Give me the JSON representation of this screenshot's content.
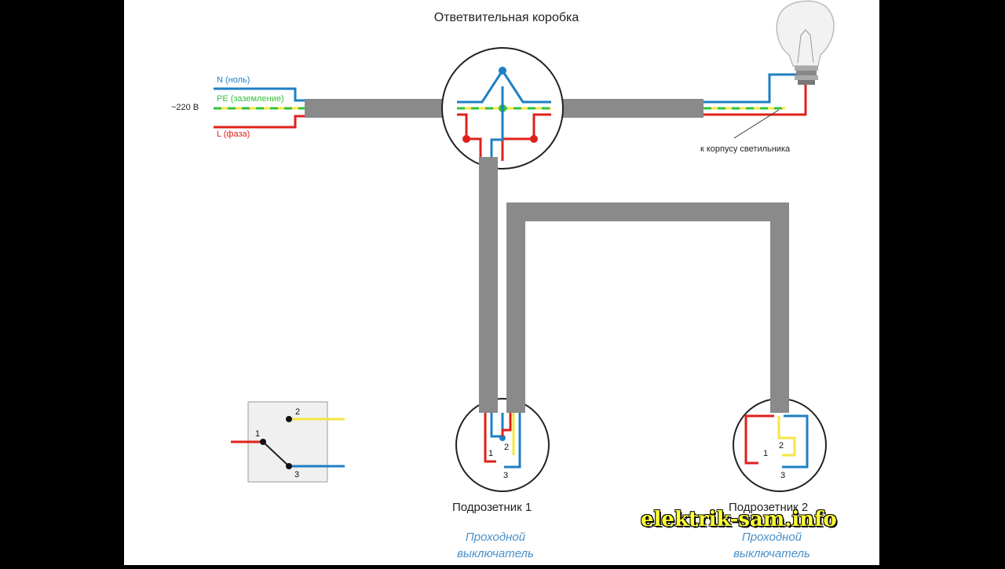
{
  "junction_box": {
    "label": "Ответвительная коробка"
  },
  "supply": {
    "voltage": "~220 В",
    "neutral": "N (ноль)",
    "earth": "PE (заземление)",
    "phase": "L (фаза)"
  },
  "lamp": {
    "body_note": "к корпусу светильника"
  },
  "boxes": [
    {
      "name": "Подрозетник 1",
      "switch_label": "Проходной выключатель"
    },
    {
      "name": "Подрозетник 2",
      "switch_label": "Проходной выключатель"
    }
  ],
  "terminals": [
    "1",
    "2",
    "3"
  ],
  "watermark": "elektrik-sam.info",
  "colors": {
    "neutral": "#1e7fc4",
    "phase": "#e0201b",
    "earth_yellow": "#f5e642",
    "earth_green": "#33c13a",
    "cable": "#8a8a8a",
    "traveler": "#f5e642"
  }
}
